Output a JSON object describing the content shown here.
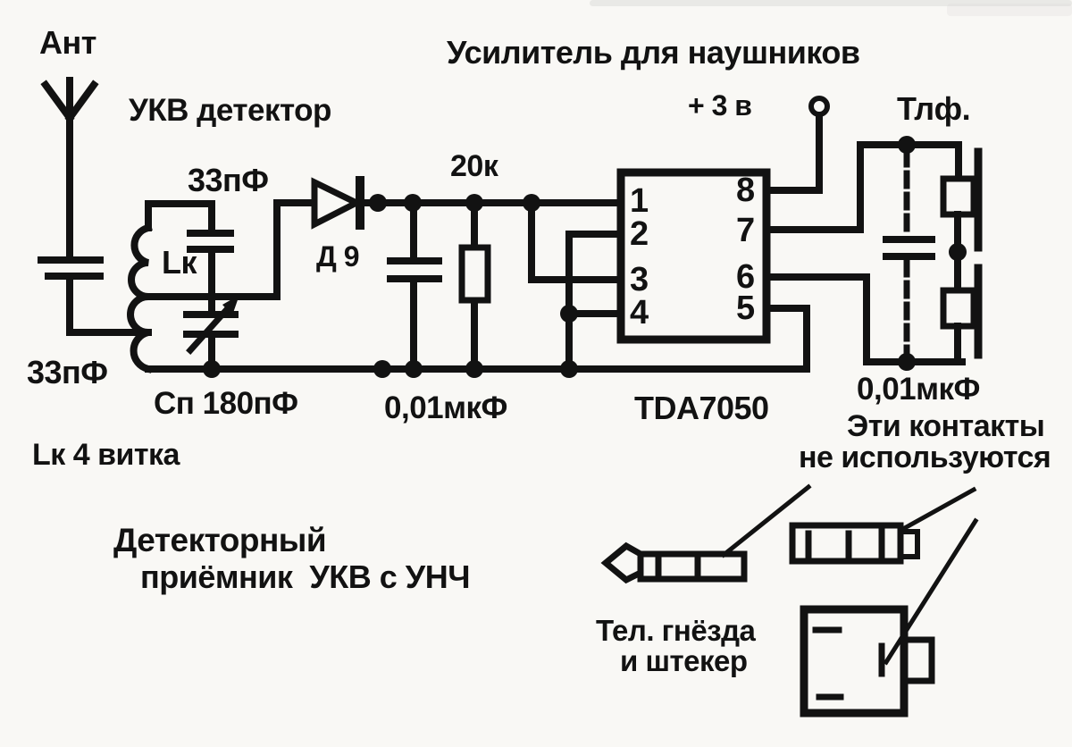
{
  "colors": {
    "ink": "#121212",
    "paper": "#f9f8f5"
  },
  "labels": {
    "antenna": "Ант",
    "title": "Усилитель для наушников",
    "detector_section": "УКВ детектор",
    "cap_top": "33пФ",
    "cap_antenna": "33пФ",
    "coil": "Lк",
    "coil_note": "Lк 4 витка",
    "tuning_cap": "Сп 180пФ",
    "diode": "Д 9",
    "resistor": "20к",
    "filter_cap": "0,01мкФ",
    "supply": "+ 3 в",
    "phones": "Тлф.",
    "output_cap": "0,01мкФ",
    "contacts_note_line1": "Эти контакты",
    "contacts_note_line2": "не используются",
    "caption_line1": "Детекторный",
    "caption_line2": "приёмник  УКВ с УНЧ",
    "connectors_line1": "Тел. гнёзда",
    "connectors_line2": "и штекер"
  },
  "ic": {
    "name": "TDA7050",
    "pins_left": [
      "1",
      "2",
      "3",
      "4"
    ],
    "pins_right": [
      "8",
      "7",
      "6",
      "5"
    ]
  }
}
